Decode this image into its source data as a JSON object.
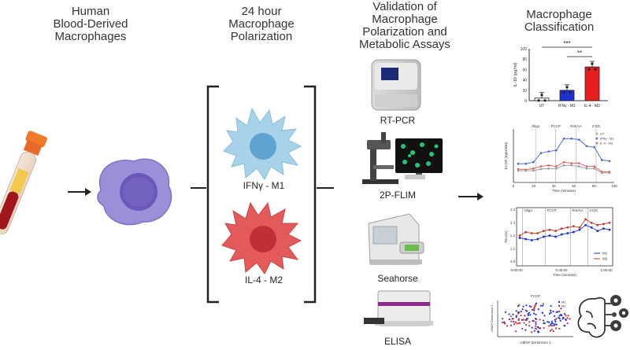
{
  "headings": {
    "col1": [
      "Human",
      "Blood-Derived",
      "Macrophages"
    ],
    "col2": [
      "24 hour",
      "Macrophage",
      "Polarization"
    ],
    "col3": [
      "Validation of",
      "Macrophage",
      "Polarization and",
      "Metabolic Assays"
    ],
    "col4": [
      "Macrophage",
      "Classification"
    ]
  },
  "polarization": {
    "m1_label": "IFNγ - M1",
    "m2_label": "IL-4 - M2"
  },
  "assays": [
    "RT-PCR",
    "2P-FLIM",
    "Seahorse",
    "ELISA"
  ],
  "colors": {
    "m1_cell": "#a8d2ea",
    "m1_nucleus": "#5fa3d0",
    "m2_cell": "#e45a5a",
    "m2_nucleus": "#c02f36",
    "macrophage": "#9a8fd8",
    "macrophage_nucleus": "#6b58b8",
    "bar_m1": "#1f2fd0",
    "bar_m2": "#e81f1f"
  },
  "charts": {
    "il10": {
      "ylabel": "IL-10 (pg/ml)",
      "yticks": [
        "0",
        "20",
        "40",
        "60",
        "80",
        "100"
      ],
      "categories": [
        "UT",
        "IFNγ - M1",
        "IL-4 - M2"
      ],
      "values": [
        5,
        20,
        65
      ],
      "ylim": [
        0,
        100
      ],
      "sig1": "***",
      "sig2": "**"
    },
    "seahorse": {
      "annotations": [
        "Oligo",
        "FCCP",
        "Rot/AA",
        "2-DG"
      ],
      "ylabel": "ECAR (mpH/min)",
      "xlabel": "Time (minutes)",
      "xticks": [
        "0",
        "20",
        "40",
        "60",
        "80",
        "100"
      ],
      "legend": [
        "UT",
        "IFNγ - M1",
        "IL-4 - M2"
      ]
    },
    "flim": {
      "annotations": [
        "Oligo",
        "FCCP",
        "Rot/AA",
        "2-DG"
      ],
      "ylabel": "Tm (ns)",
      "yticks": [
        "1.0",
        "1.1",
        "1.2",
        "1.3",
        "1.4"
      ],
      "xlabel": "Time (minutes)",
      "xticks": [
        "0:00:00",
        "0:30:00",
        "1:00:00"
      ],
      "legend": [
        "M1",
        "M2"
      ]
    },
    "umap": {
      "title": "FCCP",
      "xlabel": "UMAP Dimension 1",
      "ylabel": "UMAP Dimension 2",
      "legend": [
        "M1",
        "M2"
      ]
    }
  }
}
